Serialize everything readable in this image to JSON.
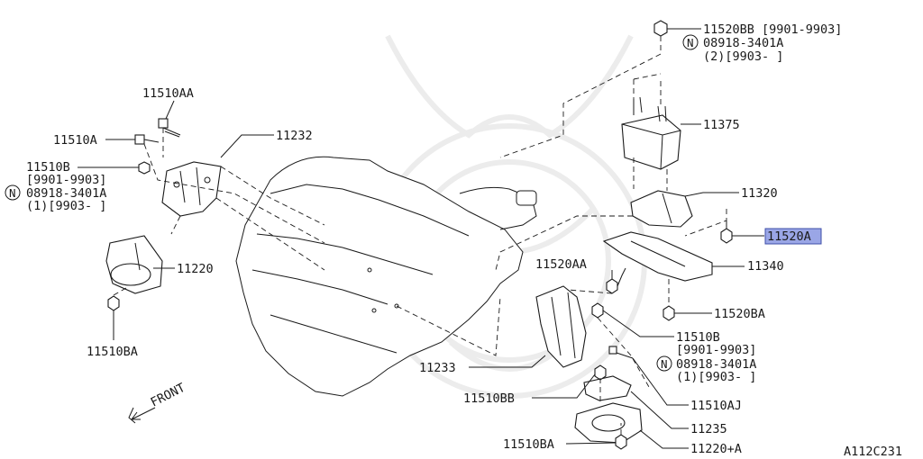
{
  "labels": {
    "l11520bb": "11520BB [9901-9903]",
    "l11520bb_n": "08918-3401A",
    "l11520bb_q": "(2)[9903-   ]",
    "l11375": "11375",
    "l11320": "11320",
    "l11520a": "11520A",
    "l11340": "11340",
    "l11520aa": "11520AA",
    "l11520ba": "11520BA",
    "l11510aa": "11510AA",
    "l11510a": "11510A",
    "l11232": "11232",
    "l11510b_l": "11510B",
    "l11510b_l_r": "[9901-9903]",
    "l11510b_l_n": "08918-3401A",
    "l11510b_l_q": "(1)[9903-   ]",
    "l11220": "11220",
    "l11510ba_l": "11510BA",
    "l11510b_r": "11510B",
    "l11510b_r_r": "[9901-9903]",
    "l11510b_r_n": "08918-3401A",
    "l11510b_r_q": "(1)[9903-   ]",
    "l11233": "11233",
    "l11510bb": "11510BB",
    "l11510aj": "11510AJ",
    "l11235": "11235",
    "l11510ba_r": "11510BA",
    "l11220a": "11220+A",
    "front": "FRONT",
    "n_symbol": "N",
    "diagram_id": "A112C231"
  },
  "highlight": {
    "part": "11520A",
    "color": "#9aa6e6"
  }
}
